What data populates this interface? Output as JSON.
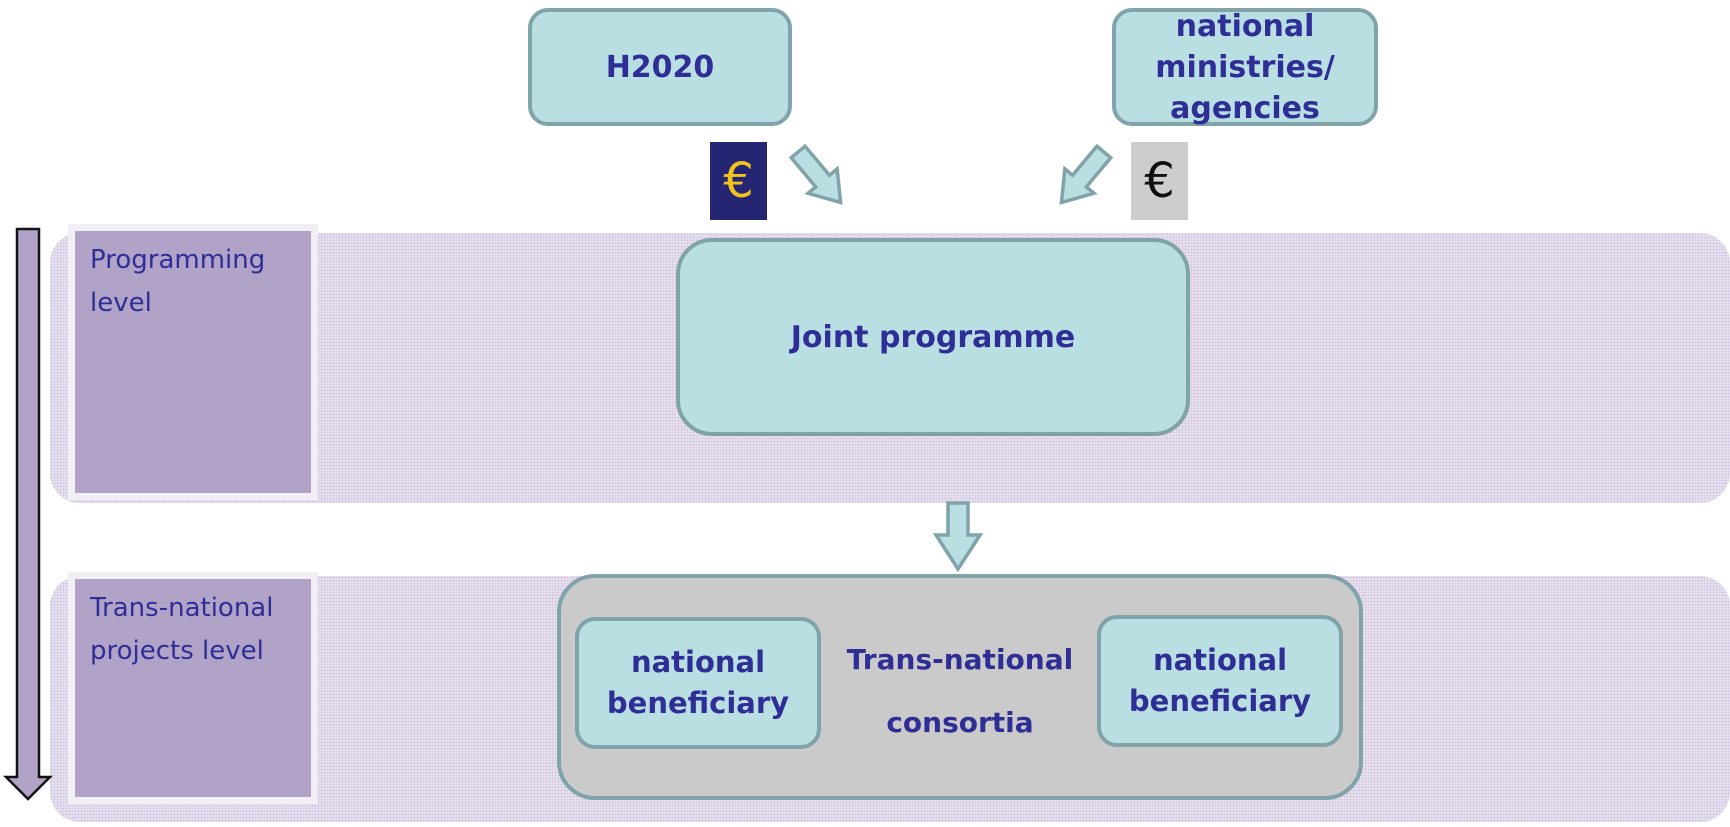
{
  "levels": {
    "programming": {
      "line1": "Programming",
      "line2": "level"
    },
    "projects": {
      "line1": "Trans-national",
      "line2": "projects level"
    }
  },
  "funding_sources": {
    "h2020": "H2020",
    "national": {
      "line1": "national",
      "line2": "ministries/",
      "line3": "agencies"
    }
  },
  "currency": {
    "eu_symbol": "€",
    "national_symbol": "€"
  },
  "programme": {
    "label": "Joint programme"
  },
  "consortium": {
    "line1": "Trans-national",
    "line2": "consortia",
    "beneficiary_left": {
      "line1": "national",
      "line2": "beneficiary"
    },
    "beneficiary_right": {
      "line1": "national",
      "line2": "beneficiary"
    }
  },
  "colors": {
    "text": "#2e2e96",
    "teal_fill": "#b9dfe2",
    "teal_border": "#7fa3a8",
    "lavender": "#b1a2c8",
    "band": "#e7e0ef",
    "consortium_fill": "#cacaca",
    "eu_blue": "#252673",
    "eu_gold": "#f2c31b"
  }
}
